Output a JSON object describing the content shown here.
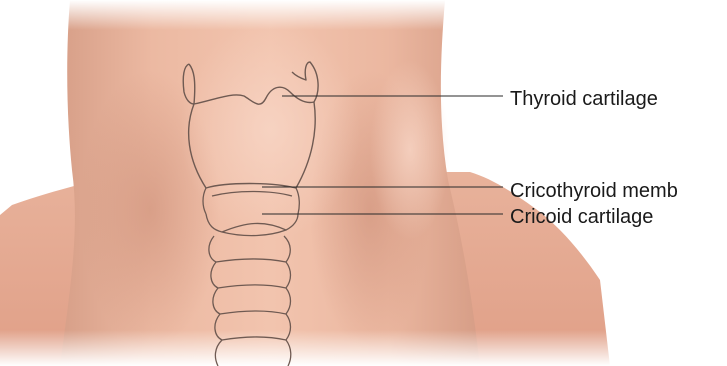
{
  "labels": {
    "thyroid_cartilage": "Thyroid cartilage",
    "cricothyroid_membrane": "Cricothyroid memb",
    "cricoid_cartilage": "Cricoid cartilage"
  },
  "colors": {
    "background": "#ffffff",
    "skin_light": "#f1c3ad",
    "skin_mid": "#e2a78e",
    "skin_shadow": "#c98e78",
    "outline": "#6f5a52",
    "leader_line": "#2a2a2a",
    "text": "#1a1a1a"
  }
}
